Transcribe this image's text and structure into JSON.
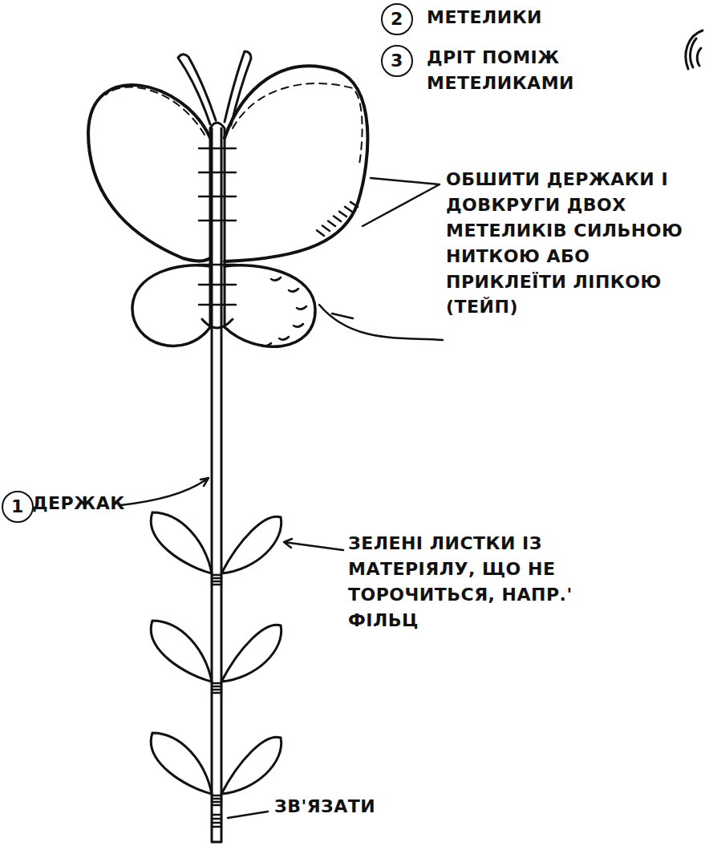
{
  "diagram": {
    "nodes": [
      {
        "text": [
          "2"
        ]
      },
      {
        "text": [
          "3"
        ]
      },
      {
        "text": [
          "1"
        ]
      }
    ],
    "labels": [
      "МЕТЕЛИКИ",
      "ДРІТ ПОМІЖ МЕТЕЛИКАМИ",
      "ОБШИТИ ДЕРЖАКИ І ДОВКРУГИ ДВОХ МЕТЕЛИКІВ СИЛЬНОЮ НИТКОЮ АБО ПРИКЛЕЇТИ ЛІПКОЮ (ТЕЙП)",
      "ДЕРЖАК",
      "ЗЕЛЕНІ ЛИСТКИ ІЗ МАТЕРІЯЛУ, ЩО НЕ ТОРОЧИТЬСЯ, НАПР.' ФІЛЬЦ",
      "ЗВ'ЯЗАТИ"
    ]
  }
}
